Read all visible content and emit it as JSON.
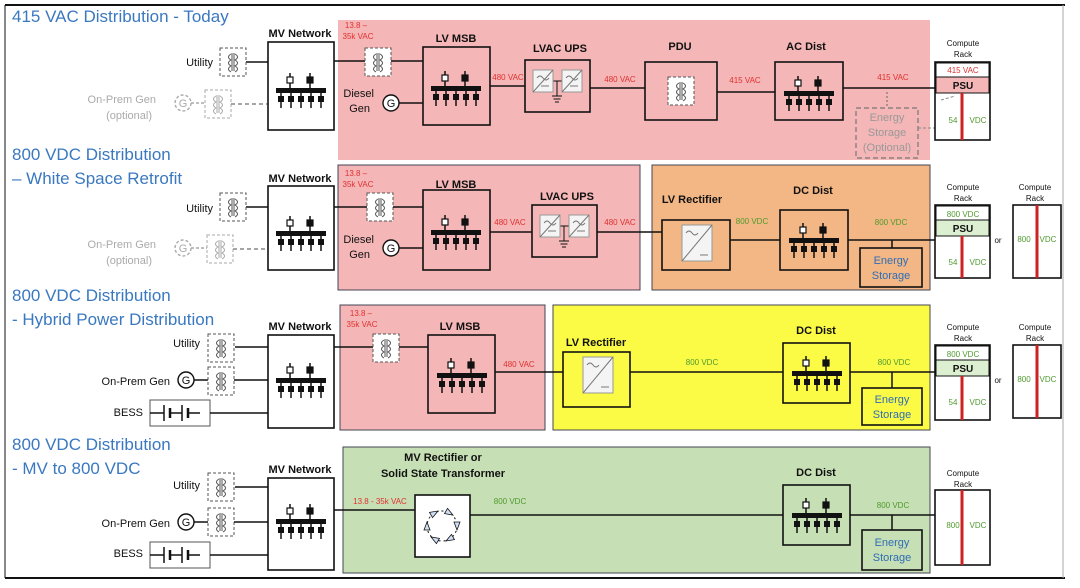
{
  "colors": {
    "title": "#3a78c0",
    "ac_zone": "#f4b6b6",
    "dc_lv_zone": "#f2b784",
    "hybrid_zone": "#fbfb45",
    "mv_dc_zone": "#c6dfb4",
    "ac_voltage": "#e03030",
    "dc_voltage": "#4f9a2e",
    "rack_bus": "#cc2222"
  },
  "rows": [
    {
      "title_lines": [
        "415 VAC Distribution - Today"
      ],
      "mv": "MV Network",
      "utility": "Utility",
      "onprem": "On-Prem Gen",
      "onprem_note": "(optional)",
      "mv_voltage": [
        "13.8 –",
        "35k VAC"
      ],
      "lv_msb": "LV MSB",
      "diesel": [
        "Diesel",
        "Gen"
      ],
      "v1": "480 VAC",
      "ups": "LVAC UPS",
      "v2": "480 VAC",
      "pdu": "PDU",
      "v3": "415 VAC",
      "ac_dist": "AC Dist",
      "v4": "415 VAC",
      "storage": [
        "Energy",
        "Storage",
        "(Optional)"
      ],
      "rack": {
        "label": [
          "Compute",
          "Rack"
        ],
        "input": "415 VAC",
        "psu": "PSU",
        "out": [
          "54",
          "VDC"
        ]
      }
    },
    {
      "title_lines": [
        "800 VDC Distribution",
        "– White Space Retrofit"
      ],
      "mv": "MV Network",
      "utility": "Utility",
      "onprem": "On-Prem Gen",
      "onprem_note": "(optional)",
      "mv_voltage": [
        "13.8 –",
        "35k VAC"
      ],
      "lv_msb": "LV MSB",
      "diesel": [
        "Diesel",
        "Gen"
      ],
      "v1": "480 VAC",
      "ups": "LVAC UPS",
      "v2": "480 VAC",
      "rectifier": "LV Rectifier",
      "v3": "800 VDC",
      "dc_dist": "DC Dist",
      "v4": "800 VDC",
      "storage": [
        "Energy",
        "Storage"
      ],
      "rack": {
        "label": [
          "Compute",
          "Rack"
        ],
        "input": "800 VDC",
        "psu": "PSU",
        "out": [
          "54",
          "VDC"
        ]
      },
      "or": "or",
      "rack2": {
        "label": [
          "Compute",
          "Rack"
        ],
        "bus": [
          "800",
          "VDC"
        ]
      }
    },
    {
      "title_lines": [
        "800 VDC Distribution",
        "- Hybrid Power Distribution"
      ],
      "mv": "MV Network",
      "utility": "Utility",
      "onprem": "On-Prem Gen",
      "bess": "BESS",
      "mv_voltage": [
        "13.8 –",
        "35k VAC"
      ],
      "lv_msb": "LV MSB",
      "v1": "480 VAC",
      "rectifier": "LV Rectifier",
      "v3": "800 VDC",
      "dc_dist": "DC Dist",
      "v4": "800 VDC",
      "storage": [
        "Energy",
        "Storage"
      ],
      "rack": {
        "label": [
          "Compute",
          "Rack"
        ],
        "input": "800 VDC",
        "psu": "PSU",
        "out": [
          "54",
          "VDC"
        ]
      },
      "or": "or",
      "rack2": {
        "label": [
          "Compute",
          "Rack"
        ],
        "bus": [
          "800",
          "VDC"
        ]
      }
    },
    {
      "title_lines": [
        "800 VDC Distribution",
        "- MV to 800 VDC"
      ],
      "mv": "MV Network",
      "utility": "Utility",
      "onprem": "On-Prem Gen",
      "bess": "BESS",
      "mv_rectifier": [
        "MV Rectifier or",
        "Solid State Transformer"
      ],
      "v0": "13.8 - 35k VAC",
      "v3": "800 VDC",
      "dc_dist": "DC Dist",
      "v4": "800 VDC",
      "storage": [
        "Energy",
        "Storage"
      ],
      "rack": {
        "label": [
          "Compute",
          "Rack"
        ],
        "bus": [
          "800",
          "VDC"
        ]
      }
    }
  ]
}
